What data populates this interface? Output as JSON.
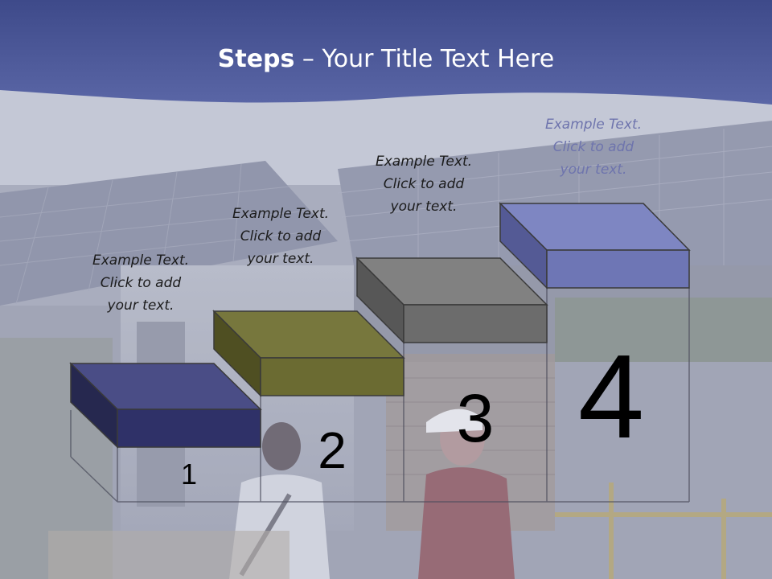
{
  "slide": {
    "title_bold": "Steps",
    "title_rest": " – Your Title Text Here"
  },
  "steps": [
    {
      "number": "1",
      "lines": [
        "Example Text.",
        "Click  to add",
        "your text."
      ],
      "color_front": "#2f3168",
      "color_top": "#4a4d86",
      "color_side": "#26284f"
    },
    {
      "number": "2",
      "lines": [
        "Example Text.",
        "Click  to add",
        "your text."
      ],
      "color_front": "#6b6b32",
      "color_top": "#77773d",
      "color_side": "#4f4f22"
    },
    {
      "number": "3",
      "lines": [
        "Example Text.",
        "Click  to add",
        "your text."
      ],
      "color_front": "#6c6c6c",
      "color_top": "#818181",
      "color_side": "#575757"
    },
    {
      "number": "4",
      "lines": [
        "Example Text.",
        "Click  to add",
        "your text."
      ],
      "color_front": "#6e76b5",
      "color_top": "#7e86c2",
      "color_side": "#545a95"
    }
  ]
}
